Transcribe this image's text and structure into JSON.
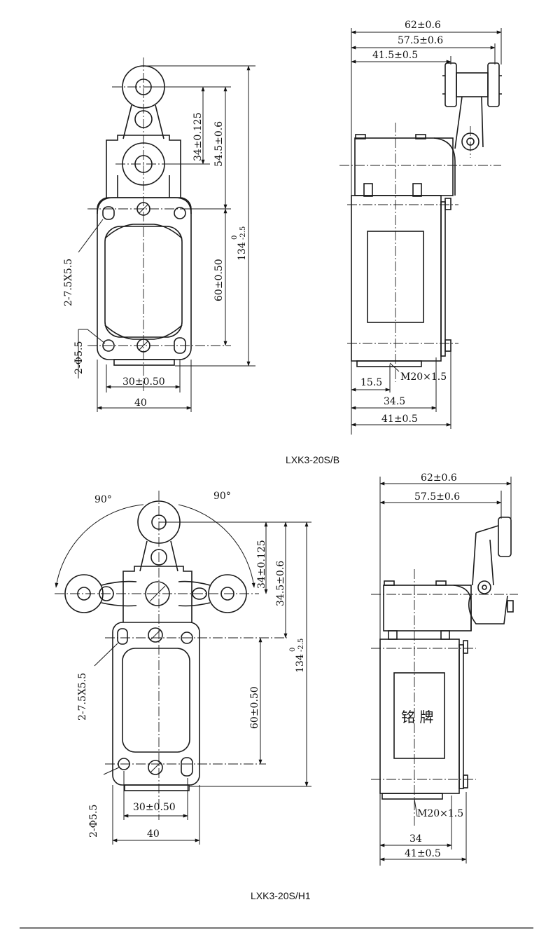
{
  "drawing_1": {
    "caption": "LXK3-20S/B",
    "front": {
      "dim_34": "34±0.125",
      "dim_54_5": "54.5±0.6",
      "dim_134": "134",
      "dim_134_tol_up": "0",
      "dim_134_tol_low": "-2.5",
      "dim_60": "60±0.50",
      "dim_slot": "2-7.5X5.5",
      "dim_hole": "2-Φ5.5",
      "dim_30": "30±0.50",
      "dim_40": "40"
    },
    "side": {
      "dim_62": "62±0.6",
      "dim_57_5": "57.5±0.6",
      "dim_41_5": "41.5±0.5",
      "dim_15_5": "15.5",
      "dim_thread": "M20×1.5",
      "dim_34_5": "34.5",
      "dim_41": "41±0.5"
    }
  },
  "drawing_2": {
    "caption": "LXK3-20S/H1",
    "front": {
      "angle_left": "90°",
      "angle_right": "90°",
      "dim_34": "34±0.125",
      "dim_34_5": "34.5±0.6",
      "dim_134": "134",
      "dim_134_tol_up": "0",
      "dim_134_tol_low": "-2.5",
      "dim_60": "60±0.50",
      "dim_slot": "2-7.5X5.5",
      "dim_hole": "2-Φ5.5",
      "dim_30": "30±0.50",
      "dim_40": "40"
    },
    "side": {
      "dim_62": "62±0.6",
      "dim_57_5": "57.5±0.6",
      "nameplate": "铭 牌",
      "dim_thread": "M20×1.5",
      "dim_34": "34",
      "dim_41": "41±0.5"
    }
  }
}
